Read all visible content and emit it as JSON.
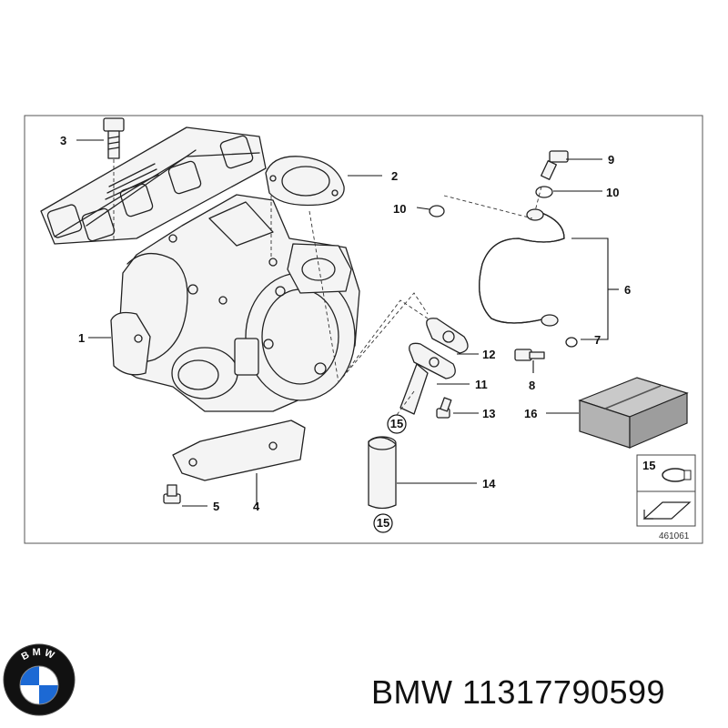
{
  "diagram": {
    "reference_number": "461061",
    "callouts": {
      "p1": "1",
      "p2": "2",
      "p3": "3",
      "p4": "4",
      "p5": "5",
      "p6": "6",
      "p7": "7",
      "p8": "8",
      "p9": "9",
      "p10a": "10",
      "p10b": "10",
      "p11": "11",
      "p12": "12",
      "p13": "13",
      "p14": "14",
      "p15a": "15",
      "p15b": "15",
      "p15c": "15",
      "p16": "16"
    }
  },
  "brand": {
    "text": "BMW 11317790599",
    "logo_letters": "BMW",
    "colors": {
      "blue": "#1c69d4",
      "white": "#ffffff",
      "ring": "#111111"
    }
  }
}
